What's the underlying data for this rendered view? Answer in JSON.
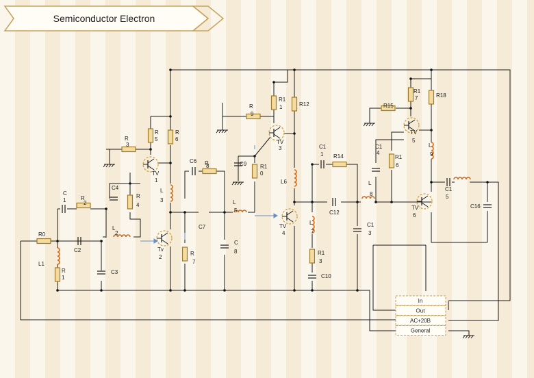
{
  "title": "Semiconductor Electron",
  "colors": {
    "wire": "#1a1a1a",
    "resistor_fill": "#f2dca2",
    "resistor_stroke": "#a07a2a",
    "inductor": "#d2691e",
    "transistor": "#c9a44a",
    "signal_arrow": "#6a8fc0",
    "banner_stroke": "#c8a25a",
    "terminal_stroke": "#c8a25a"
  },
  "labels": {
    "R0": "R0",
    "L1": "L1",
    "R1_a": "R",
    "R1_b": "1",
    "C1": "C",
    "C1_n": "1",
    "R2": "R",
    "R2_n": "2",
    "C2": "C2",
    "C3": "C3",
    "L2": "L",
    "L2_n": "2",
    "R3": "R",
    "R3_n": "3",
    "C4": "C4",
    "R4": "R",
    "R4_n": "4",
    "R5": "R",
    "R5_n": "5",
    "R6": "R",
    "R6_n": "6",
    "TV1": "TV",
    "TV1_n": "1",
    "L3": "L",
    "L3_n": "3",
    "Tv2": "Tv",
    "Tv2_n": "2",
    "C6": "C6",
    "R8": "R",
    "R8_n": "8",
    "C7": "C7",
    "R7": "R",
    "R7_n": "7",
    "C8": "C",
    "C8_n": "8",
    "L5": "L",
    "L5_n": "5",
    "R9": "R",
    "R9_n": "9",
    "C9": "C9",
    "R10": "R1",
    "R10_n": "0",
    "R11": "R1",
    "R11_n": "1",
    "R12": "R12",
    "TV3": "TV",
    "TV3_n": "3",
    "L6": "L6",
    "TV4": "TV",
    "TV4_n": "4",
    "C11": "C1",
    "C11_n": "1",
    "R14": "R14",
    "C12": "C12",
    "L7": "L",
    "L7_n": "7",
    "R13": "R1",
    "R13_n": "3",
    "C10": "C10",
    "C13": "C1",
    "C13_n": "3",
    "L8": "L",
    "L8_n": "8",
    "C14": "C1",
    "C14_n": "4",
    "R15": "R15",
    "R16": "R1",
    "R16_n": "6",
    "R17": "R1",
    "R17_n": "7",
    "R18": "R18",
    "TV5": "TV",
    "TV5_n": "5",
    "L9": "L",
    "L9_n": "9",
    "TV6": "TV",
    "TV6_n": "6",
    "C15": "C1",
    "C15_n": "5",
    "C16": "C16"
  },
  "terminal_block": [
    "In",
    "Out",
    "AC+20B",
    "General"
  ]
}
